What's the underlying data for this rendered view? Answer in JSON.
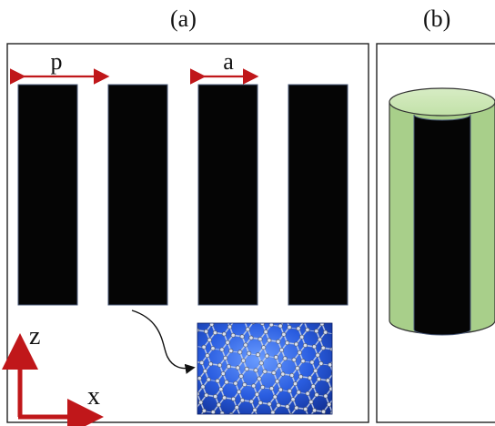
{
  "panels": {
    "a": {
      "label": "(a)"
    },
    "b": {
      "label": "(b)"
    }
  },
  "dimensions": {
    "period_label": "p",
    "width_label": "a"
  },
  "axes": {
    "vertical_label": "z",
    "horizontal_label": "x"
  },
  "colors": {
    "strip": "#050505",
    "arrow": "#c0171a",
    "cylinder_shell": "#a8cf8a",
    "graphene_bg": "#1f4fd6",
    "frame": "#222222"
  },
  "icons": {
    "graphene_inset": "graphene-lattice-image",
    "axis_arrows": "axis-arrows-icon"
  }
}
